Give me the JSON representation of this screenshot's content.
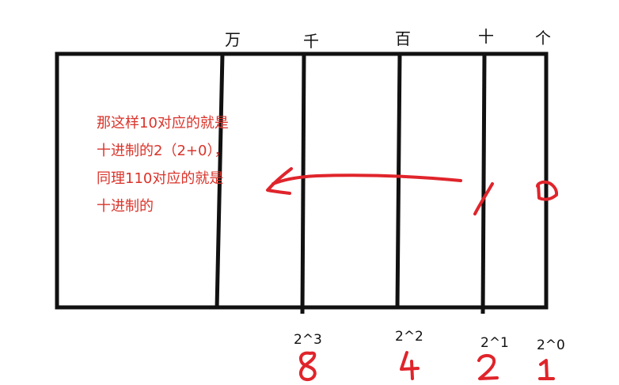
{
  "place_values": {
    "wan": "万",
    "qian": "千",
    "bai": "百",
    "shi": "十",
    "ge": "个"
  },
  "powers": {
    "p3": "2^3",
    "p2": "2^2",
    "p1": "2^1",
    "p0": "2^0"
  },
  "weights": {
    "w3": "8",
    "w2": "4",
    "w1": "2",
    "w0": "1"
  },
  "binary_digits": {
    "tens": "1",
    "ones": "0"
  },
  "note": {
    "line1": "那这样10对应的就是",
    "line2": "十进制的2（2+0），",
    "line3": "同理110对应的就是",
    "line4": "十进制的"
  },
  "colors": {
    "ink": "#111111",
    "annotation": "#e0242b",
    "note_text": "#d9342b"
  }
}
